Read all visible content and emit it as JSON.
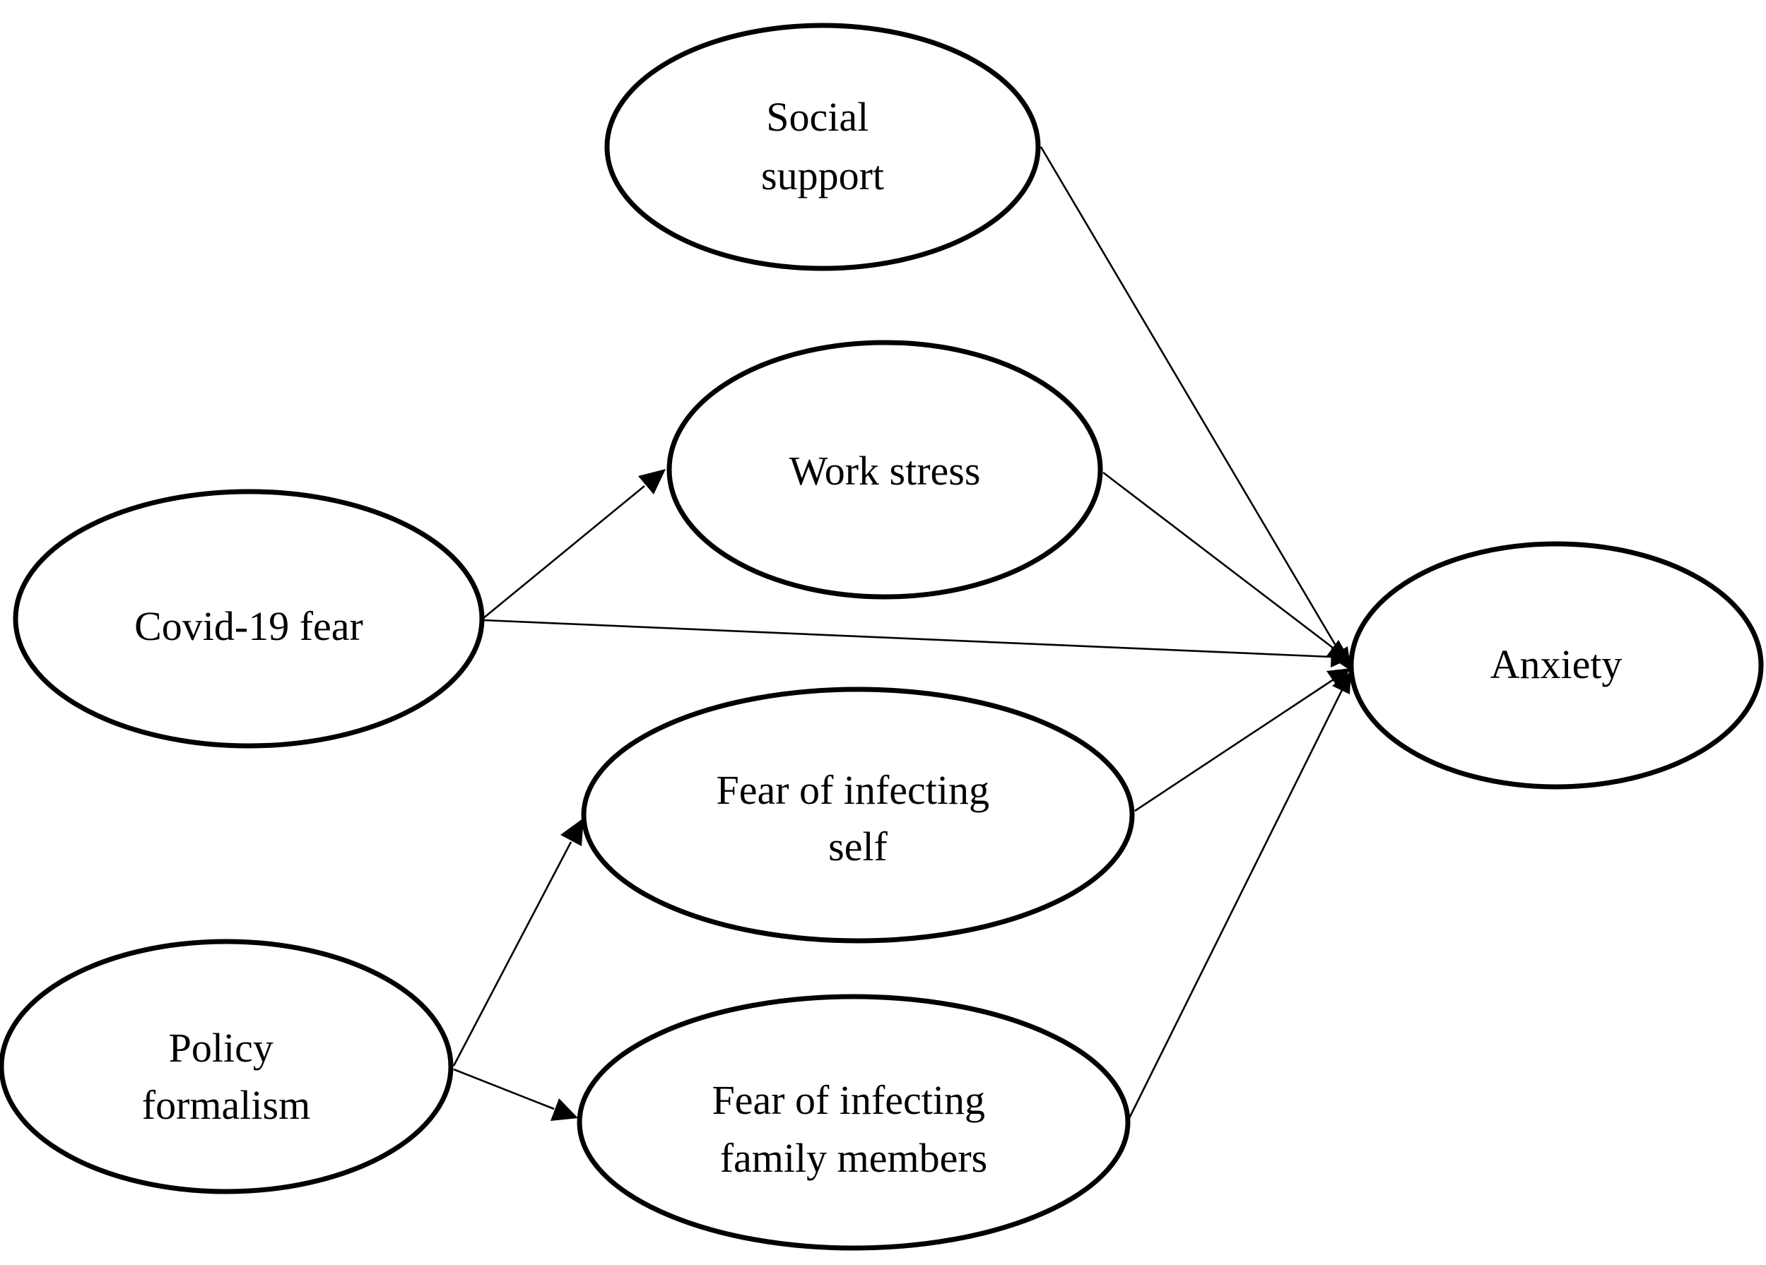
{
  "nodes": {
    "social_support": {
      "lines": [
        "Social",
        "support"
      ]
    },
    "work_stress": {
      "lines": [
        "Work stress"
      ]
    },
    "covid_fear": {
      "lines": [
        "Covid-19 fear"
      ]
    },
    "anxiety": {
      "lines": [
        "Anxiety"
      ]
    },
    "fear_self": {
      "lines": [
        "Fear of infecting",
        "self"
      ]
    },
    "policy_formalism": {
      "lines": [
        "Policy",
        "formalism"
      ]
    },
    "fear_family": {
      "lines": [
        "Fear of infecting",
        "family members"
      ]
    }
  },
  "edges": [
    {
      "from": "social_support",
      "to": "anxiety"
    },
    {
      "from": "work_stress",
      "to": "anxiety"
    },
    {
      "from": "covid_fear",
      "to": "anxiety"
    },
    {
      "from": "covid_fear",
      "to": "work_stress"
    },
    {
      "from": "fear_self",
      "to": "anxiety"
    },
    {
      "from": "fear_family",
      "to": "anxiety"
    },
    {
      "from": "policy_formalism",
      "to": "fear_self"
    },
    {
      "from": "policy_formalism",
      "to": "fear_family"
    }
  ]
}
